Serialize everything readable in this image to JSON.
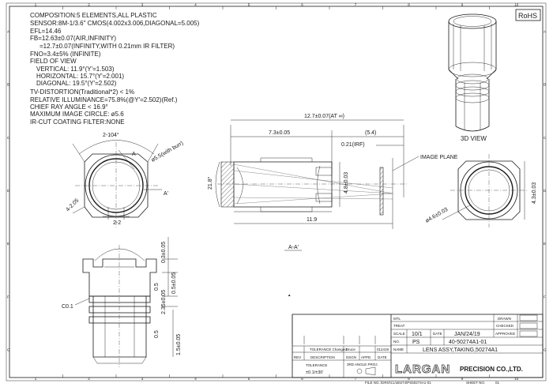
{
  "specs": [
    "COMPOSITION:5 ELEMENTS,ALL PLASTIC",
    "SENSOR:8M-1/3.6\" CMOS(4.002x3.006,DIAGONAL=5.005)",
    "EFL=14.46",
    "FB=12.63±0.07(AIR,INFINITY)",
    "=12.7±0.07(INFINITY,WITH 0.21mm IR FILTER)",
    "FNO=3.4±5% (INFINITE)",
    "FIELD OF VIEW",
    "VERTICAL: 11.9°(Y'=1.503)",
    "HORIZONTAL: 15.7°(Y'=2.001)",
    "DIAGONAL: 19.5°(Y'=2.502)",
    "TV-DISTORTION(Traditional*2) < 1%",
    "RELATIVE ILLUMINANCE=75.8%(@Y'=2.502)(Ref.)",
    "CHIEF RAY ANGLE < 16.9°",
    "MAXIMUM IMAGE CIRCLE: ø5.6",
    "IR-CUT COATING FILTER:NONE"
  ],
  "rohs": "RoHS",
  "view_3d": "3D VIEW",
  "section_label": "A-A'",
  "image_plane": "IMAGE PLANE",
  "front_view": {
    "angle": "2-104°",
    "burr": "ø5.5(with burr)",
    "a": "A",
    "a_prime": "A'",
    "chamfer": "4-2.05",
    "width": "2-2"
  },
  "side_view": {
    "overall": "12.7±0.07(AT ∞)",
    "barrel": "7.3±0.05",
    "gap": "(5.4)",
    "filter": "0.21(IRF)",
    "aperture": "21.8°",
    "dia": "4.8±0.03",
    "length": "11.9"
  },
  "rear_view": {
    "od": "4.3±0.03",
    "id": "ø4.6±0.03"
  },
  "bottom_view": {
    "d1": "0.3±0.05",
    "d2": "0.5±0.05",
    "d3": "2.35±0.05",
    "d4": "0.5",
    "d5": "1.5±0.05",
    "d6": "0.5",
    "chamfer": "C0.1"
  },
  "title_block": {
    "mtl": "MTL",
    "treat": "TREAT",
    "scale_label": "SCALE",
    "scale": "10/1",
    "date_label": "DATE",
    "date": "JAN/24/19",
    "no_label": "NO.",
    "no_prefix": "PS",
    "number": "40-50274A1-01",
    "name_label": "NAME",
    "name": "LENS ASSY,TAKING,50274A1",
    "drawn": "DRAWN",
    "checked": "CHECKED",
    "approved": "APPROVED",
    "tolerance": "TOLERANCE",
    "tolerance_val": "±0.1/±30'",
    "third_angle": "3RD ANGLE PROJ.",
    "rev": "REV",
    "description": "DESCRIPTION",
    "dsgn": "DSGN",
    "appd": "APPD",
    "date_col": "DATE",
    "rev_note": "TOLERANCE Changed",
    "rev_by": "Bruce",
    "rev_date": "012419",
    "logo": "LARGAN",
    "company": "PRECISION CO.,LTD."
  },
  "footer": {
    "file_no": "FILE NO.:\\DRG\\CL\\50274\\PS50274A1-01",
    "sheet_no": "SHEET NO.",
    "sheet_val": "01"
  },
  "border_numbers": [
    "1",
    "2",
    "3",
    "4",
    "5",
    "6",
    "7",
    "8",
    "9",
    "10"
  ],
  "border_letters": [
    "A",
    "B",
    "C",
    "D",
    "E",
    "F",
    "G"
  ]
}
